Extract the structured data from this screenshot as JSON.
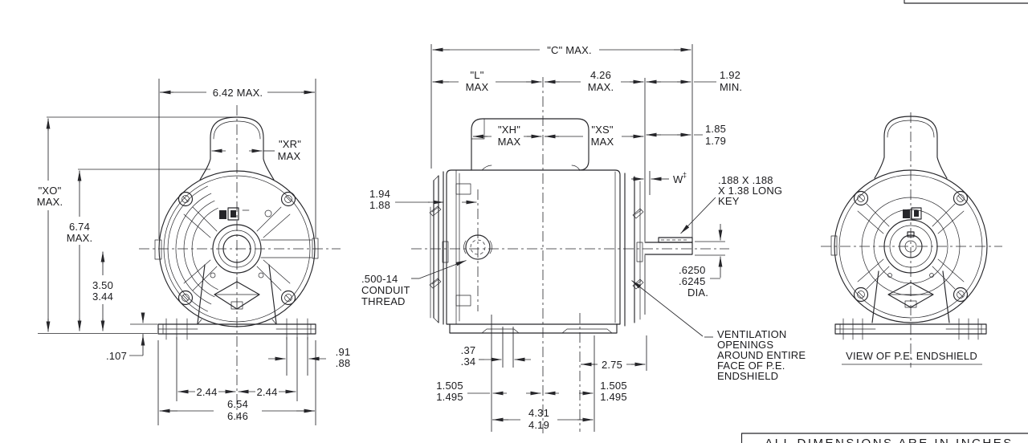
{
  "front": {
    "width": "6.42 MAX.",
    "xr": [
      "\"XR\"",
      "MAX"
    ],
    "xo": [
      "\"XO\"",
      "MAX."
    ],
    "h674": [
      "6.74",
      "MAX."
    ],
    "h350": [
      "3.50",
      "3.44"
    ],
    "base_thk": ".107",
    "slot": [
      ".91",
      ".88"
    ],
    "bolt_l": "2.44",
    "bolt_r": "2.44",
    "base_w": [
      "6.54",
      "6.46"
    ]
  },
  "side": {
    "c": "\"C\" MAX.",
    "l": [
      "\"L\"",
      "MAX"
    ],
    "d426": [
      "4.26",
      "MAX."
    ],
    "d192": [
      "1.92",
      "MIN."
    ],
    "xh": [
      "\"XH\"",
      "MAX"
    ],
    "xs": [
      "\"XS\"",
      "MAX"
    ],
    "d185": [
      "1.85",
      "1.79"
    ],
    "w": "W",
    "w_mark": "‡",
    "key": [
      ".188 X .188",
      "X 1.38 LONG",
      "KEY"
    ],
    "d194": [
      "1.94",
      "1.88"
    ],
    "conduit": [
      ".500-14",
      "CONDUIT",
      "THREAD"
    ],
    "shaft_dia": [
      ".6250",
      ".6245",
      "DIA."
    ],
    "vent": [
      "VENTILATION",
      "OPENINGS",
      "AROUND ENTIRE",
      "FACE OF P.E.",
      "ENDSHIELD"
    ],
    "d37": [
      ".37",
      ".34"
    ],
    "d275": "2.75",
    "d1505l": [
      "1.505",
      "1.495"
    ],
    "d1505r": [
      "1.505",
      "1.495"
    ],
    "d431": [
      "4.31",
      "4.19"
    ]
  },
  "pe": {
    "caption": "VIEW OF P.E. ENDSHIELD"
  },
  "note": {
    "text": "ALL DIMENSIONS ARE IN INCHES"
  }
}
